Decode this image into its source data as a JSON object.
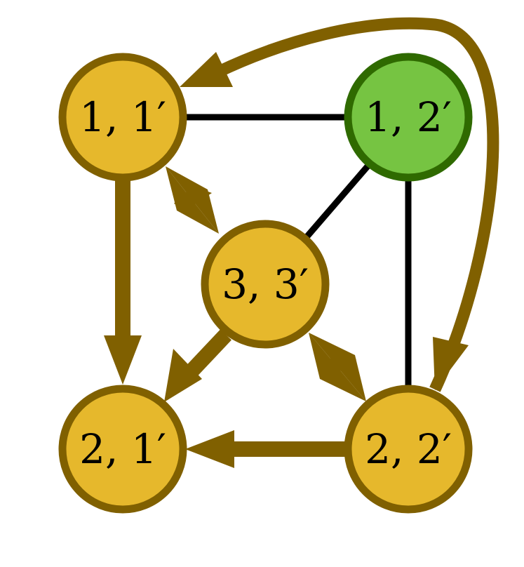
{
  "colors": {
    "node_fill": "#E6B82C",
    "node_stroke": "#806000",
    "highlight_fill": "#76C442",
    "highlight_stroke": "#2F6A00",
    "arrow": "#806000",
    "line": "#000000"
  },
  "nodes": [
    {
      "id": "n11",
      "label": "1, 1′",
      "highlight": false
    },
    {
      "id": "n12",
      "label": "1, 2′",
      "highlight": true
    },
    {
      "id": "n33",
      "label": "3, 3′",
      "highlight": false
    },
    {
      "id": "n21",
      "label": "2, 1′",
      "highlight": false
    },
    {
      "id": "n22",
      "label": "2, 2′",
      "highlight": false
    }
  ],
  "edges": [
    {
      "from": "n11",
      "to": "n12",
      "kind": "line"
    },
    {
      "from": "n12",
      "to": "n33",
      "kind": "line"
    },
    {
      "from": "n12",
      "to": "n22",
      "kind": "line"
    },
    {
      "from": "n11",
      "to": "n21",
      "kind": "arrow"
    },
    {
      "from": "n22",
      "to": "n21",
      "kind": "arrow"
    },
    {
      "from": "n33",
      "to": "n21",
      "kind": "arrow"
    },
    {
      "from": "n22",
      "to": "n11",
      "kind": "curved-arrow"
    },
    {
      "from": "n11",
      "to": "n22",
      "kind": "curved-arrow"
    },
    {
      "from": "n11",
      "to": "n33",
      "kind": "double-arrow"
    },
    {
      "from": "n33",
      "to": "n22",
      "kind": "double-arrow"
    }
  ]
}
